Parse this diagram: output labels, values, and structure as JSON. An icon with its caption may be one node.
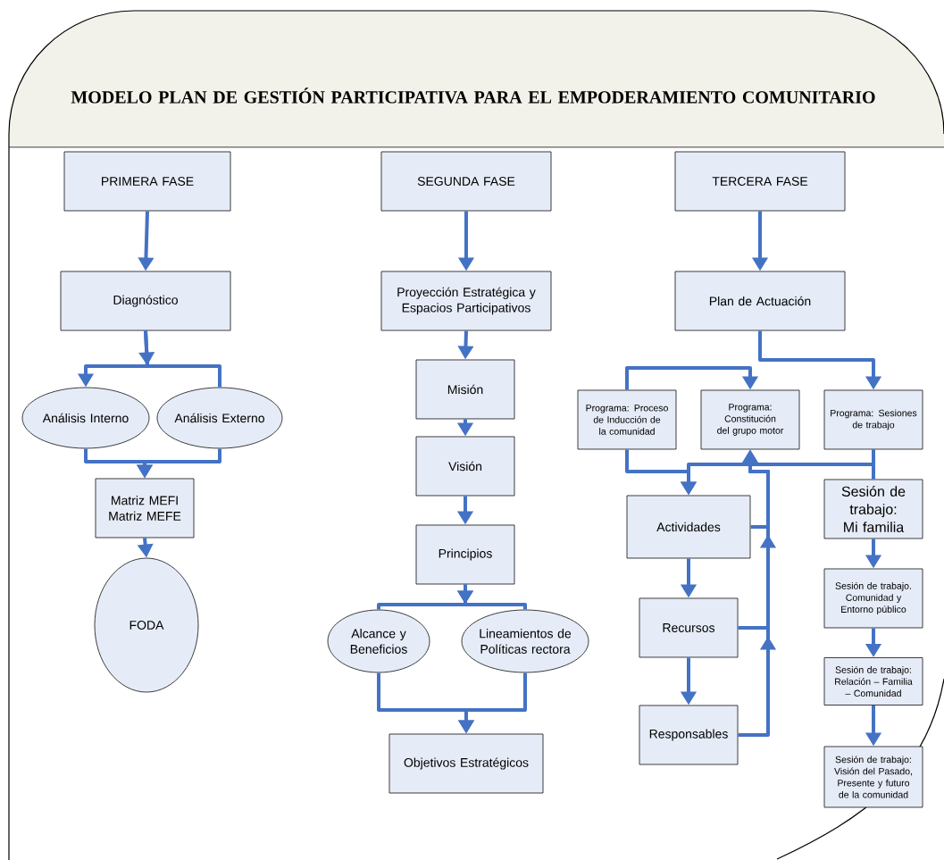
{
  "diagram": {
    "title": "MODELO PLAN DE GESTIÓN PARTICIPATIVA PARA EL EMPODERAMIENTO COMUNITARIO",
    "nodes": [
      {
        "text": [
          "PRIMERA FASE"
        ]
      },
      {
        "text": [
          "Diagnóstico"
        ]
      },
      {
        "text": [
          "Análisis Interno"
        ]
      },
      {
        "text": [
          "Análisis Externo"
        ]
      },
      {
        "text": [
          "Matriz MEFI Matriz MEFE"
        ]
      },
      {
        "text": [
          "FODA"
        ]
      },
      {
        "text": [
          "SEGUNDA FASE"
        ]
      },
      {
        "text": [
          "Proyección Estratégica y Espacios Participativos"
        ]
      },
      {
        "text": [
          "Misión"
        ]
      },
      {
        "text": [
          "Visión"
        ]
      },
      {
        "text": [
          "Principios"
        ]
      },
      {
        "text": [
          "Alcance y Beneficios"
        ]
      },
      {
        "text": [
          "Lineamientos de Políticas rectora"
        ]
      },
      {
        "text": [
          "Objetivos Estratégicos"
        ]
      },
      {
        "text": [
          "TERCERA FASE"
        ]
      },
      {
        "text": [
          "Plan de Actuación"
        ]
      },
      {
        "text": [
          "Programa: Proceso de Inducción de la comunidad"
        ]
      },
      {
        "text": [
          "Programa: Constitución del grupo motor"
        ]
      },
      {
        "text": [
          "Programa: Sesiones de trabajo"
        ]
      },
      {
        "text": [
          "Actividades"
        ]
      },
      {
        "text": [
          "Recursos"
        ]
      },
      {
        "text": [
          "Responsables"
        ]
      },
      {
        "text": [
          "Sesión de trabajo: Mi familia"
        ]
      },
      {
        "text": [
          "Sesión de trabajo. Comunidad y Entorno público"
        ]
      },
      {
        "text": [
          "Sesión de trabajo: Relación – Familia – Comunidad"
        ]
      },
      {
        "text": [
          "Sesión de trabajo: Visión del Pasado, Presente y futuro de la comunidad"
        ]
      }
    ],
    "edges": [
      {
        "from": 0,
        "to": 1,
        "arrow": "to"
      },
      {
        "from": 1,
        "to": 2,
        "arrow": "to"
      },
      {
        "from": 1,
        "to": 3,
        "arrow": "to"
      },
      {
        "from": 2,
        "to": 4,
        "arrow": "to"
      },
      {
        "from": 3,
        "to": 4,
        "arrow": "to"
      },
      {
        "from": 4,
        "to": 5,
        "arrow": "to"
      },
      {
        "from": 6,
        "to": 7,
        "arrow": "to"
      },
      {
        "from": 7,
        "to": 8,
        "arrow": "to"
      },
      {
        "from": 8,
        "to": 9,
        "arrow": "to"
      },
      {
        "from": 9,
        "to": 10,
        "arrow": "to"
      },
      {
        "from": 10,
        "to": 11,
        "arrow": "to"
      },
      {
        "from": 10,
        "to": 12,
        "arrow": "to"
      },
      {
        "from": 11,
        "to": 13,
        "arrow": "to"
      },
      {
        "from": 12,
        "to": 13,
        "arrow": "to"
      },
      {
        "from": 14,
        "to": 15,
        "arrow": "to"
      },
      {
        "from": 15,
        "to": 18,
        "arrow": "to"
      },
      {
        "from": 16,
        "to": 17,
        "arrow": "to"
      },
      {
        "from": 16,
        "to": 19,
        "arrow": "to"
      },
      {
        "from": 18,
        "to": 19,
        "arrow": "to"
      },
      {
        "from": 18,
        "to": 22,
        "arrow": "none"
      },
      {
        "from": 19,
        "to": 20,
        "arrow": "to"
      },
      {
        "from": 20,
        "to": 21,
        "arrow": "to"
      },
      {
        "from": 19,
        "to": 17,
        "arrow": "to"
      },
      {
        "from": 20,
        "to": 17,
        "arrow": "to"
      },
      {
        "from": 21,
        "to": 17,
        "arrow": "to"
      },
      {
        "from": 22,
        "to": 23,
        "arrow": "to"
      },
      {
        "from": 23,
        "to": 24,
        "arrow": "to"
      },
      {
        "from": 24,
        "to": 25,
        "arrow": "to"
      }
    ]
  }
}
